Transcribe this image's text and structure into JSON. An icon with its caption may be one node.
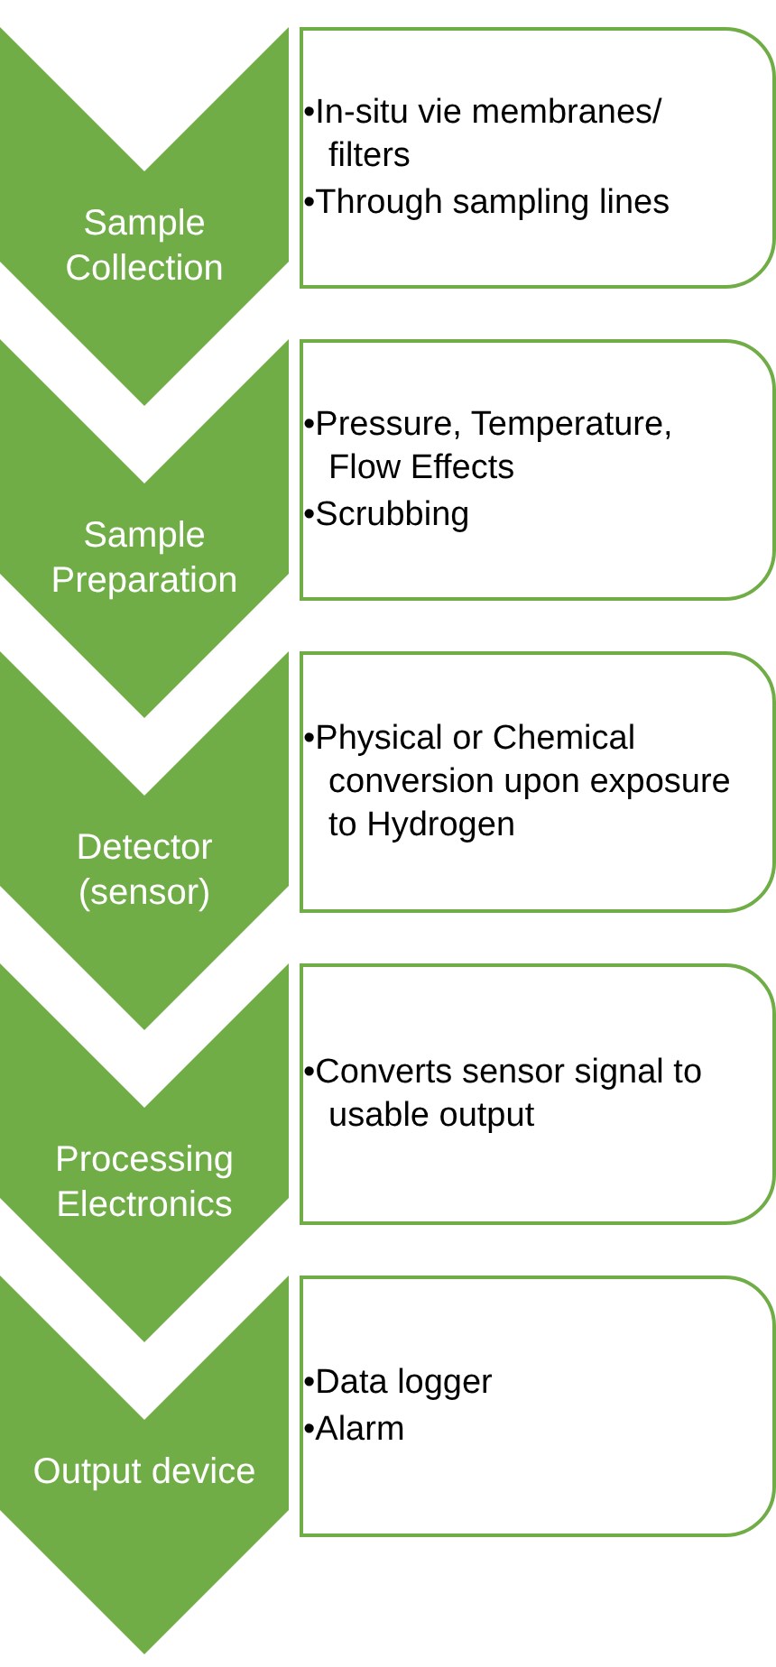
{
  "diagram": {
    "nodes": [
      {
        "text": [
          "Sample Collection"
        ]
      },
      {
        "text": [
          "•In-situ vie membranes/ filters",
          "•Through sampling lines"
        ]
      },
      {
        "text": [
          "Sample Preparation"
        ]
      },
      {
        "text": [
          "•Pressure, Temperature, Flow Effects",
          "•Scrubbing"
        ]
      },
      {
        "text": [
          "Detector (sensor)"
        ]
      },
      {
        "text": [
          "•Physical or Chemical conversion upon exposure to Hydrogen"
        ]
      },
      {
        "text": [
          "Processing Electronics"
        ]
      },
      {
        "text": [
          "•Converts sensor signal to usable output"
        ]
      },
      {
        "text": [
          "Output device"
        ]
      },
      {
        "text": [
          "•Data logger",
          "•Alarm"
        ]
      }
    ]
  }
}
